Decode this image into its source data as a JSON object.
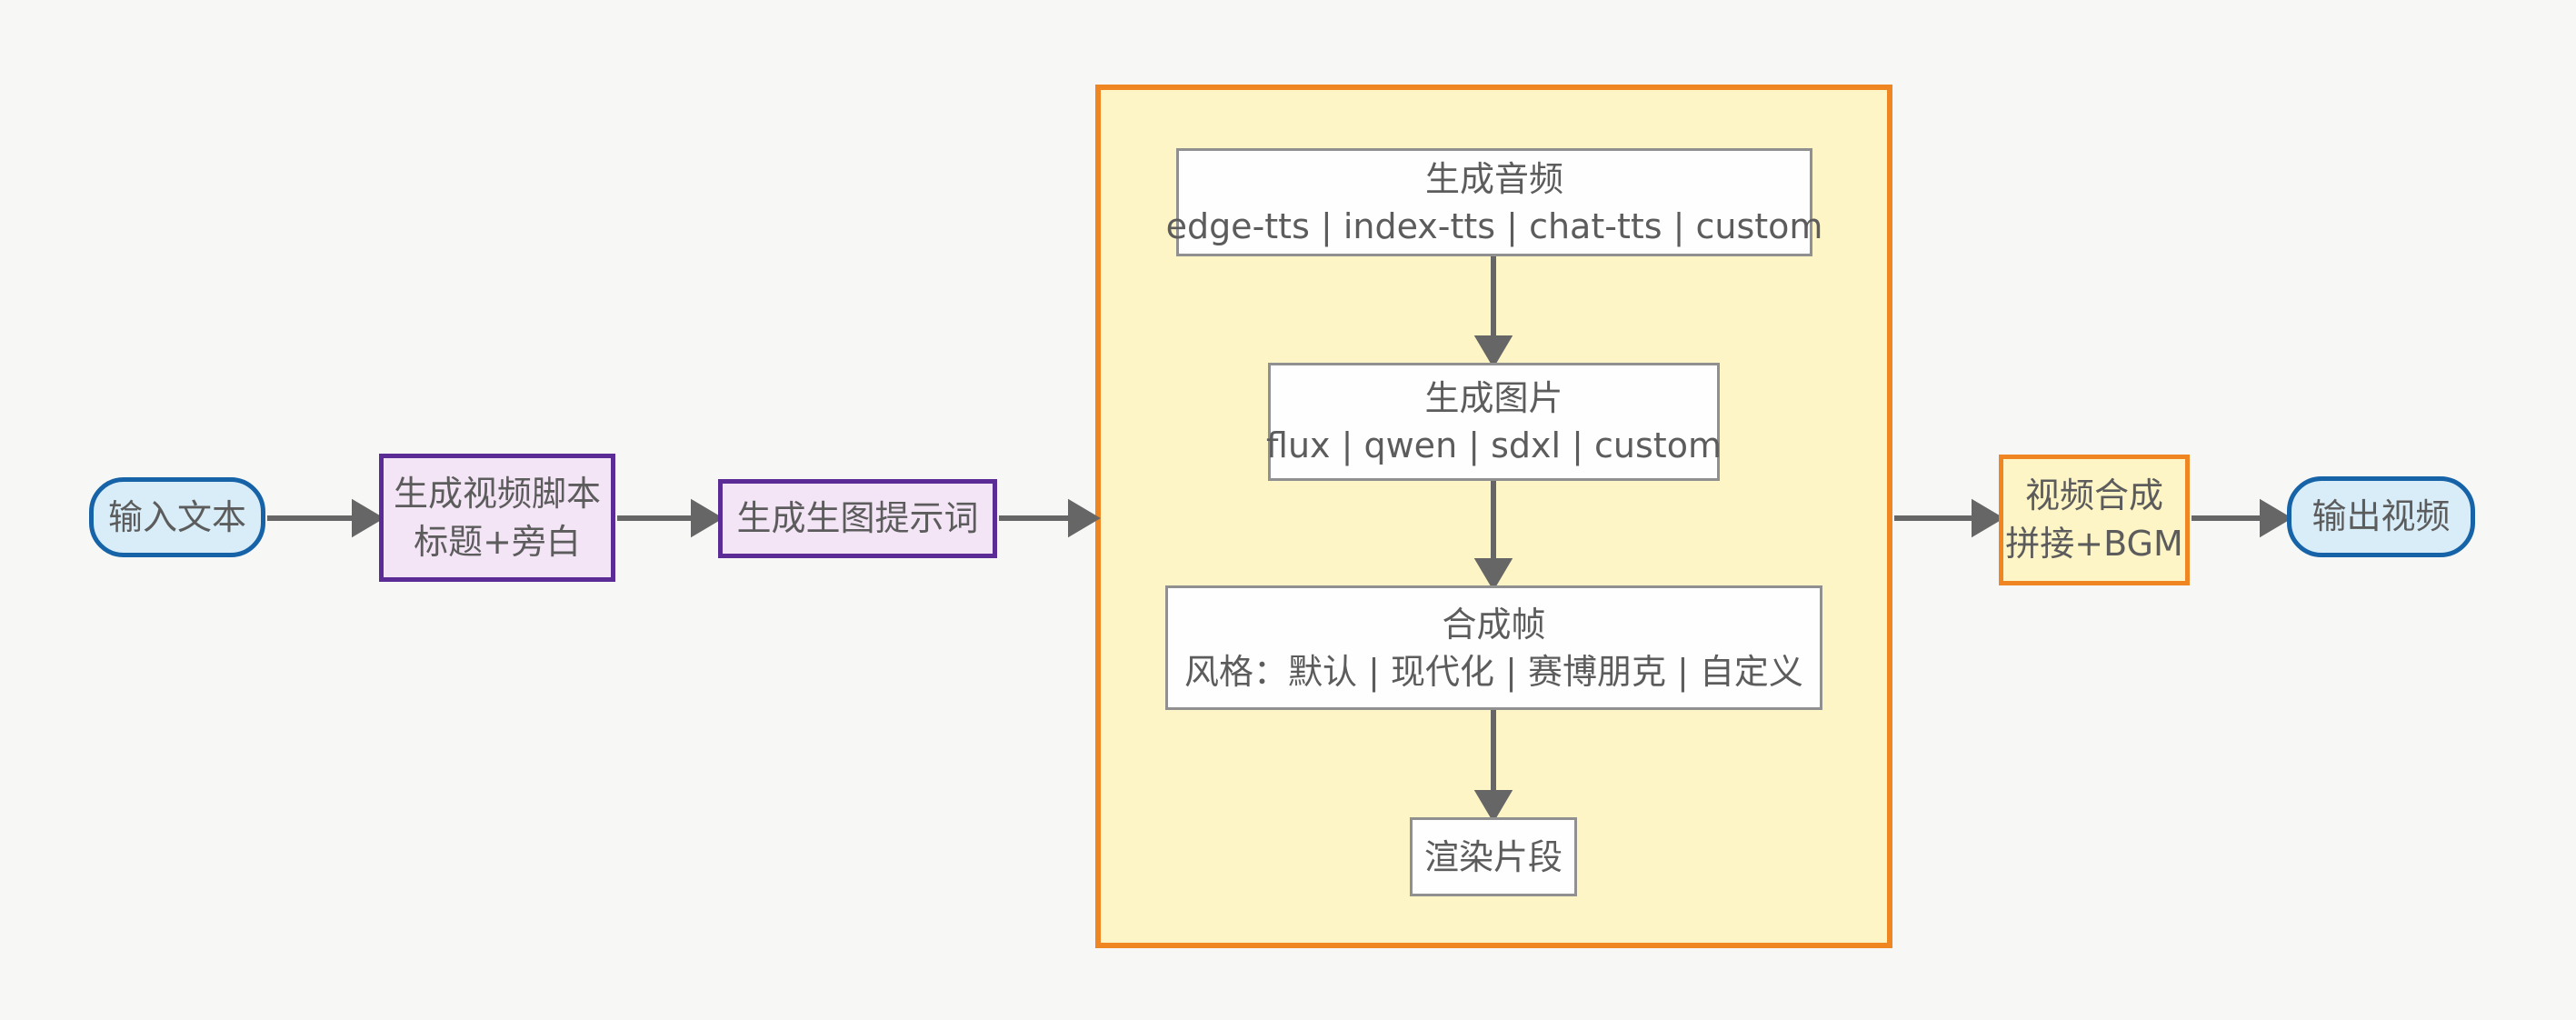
{
  "diagram": {
    "nodes": {
      "input": {
        "label": "输入文本"
      },
      "script": {
        "line1": "生成视频脚本",
        "line2": "标题+旁白"
      },
      "prompt": {
        "label": "生成生图提示词"
      },
      "audio": {
        "title": "生成音频",
        "subtitle": "edge-tts | index-tts | chat-tts | custom"
      },
      "image": {
        "title": "生成图片",
        "subtitle": "flux | qwen | sdxl | custom"
      },
      "frame": {
        "title": "合成帧",
        "subtitle": "风格：默认 | 现代化 | 赛博朋克 | 自定义"
      },
      "render": {
        "label": "渲染片段"
      },
      "compose": {
        "line1": "视频合成",
        "line2": "拼接+BGM"
      },
      "output": {
        "label": "输出视频"
      }
    },
    "colors": {
      "background": "#f7f7f5",
      "arrow": "#666666",
      "node_text": "#5c5c5c",
      "terminal_fill": "#d9edf9",
      "terminal_border": "#1663a8",
      "process_fill": "#f4e5f6",
      "process_border": "#5b2b96",
      "group_fill": "#fdf5c6",
      "group_border": "#f08621",
      "step_fill": "#fefefe",
      "step_border": "#909090"
    }
  }
}
